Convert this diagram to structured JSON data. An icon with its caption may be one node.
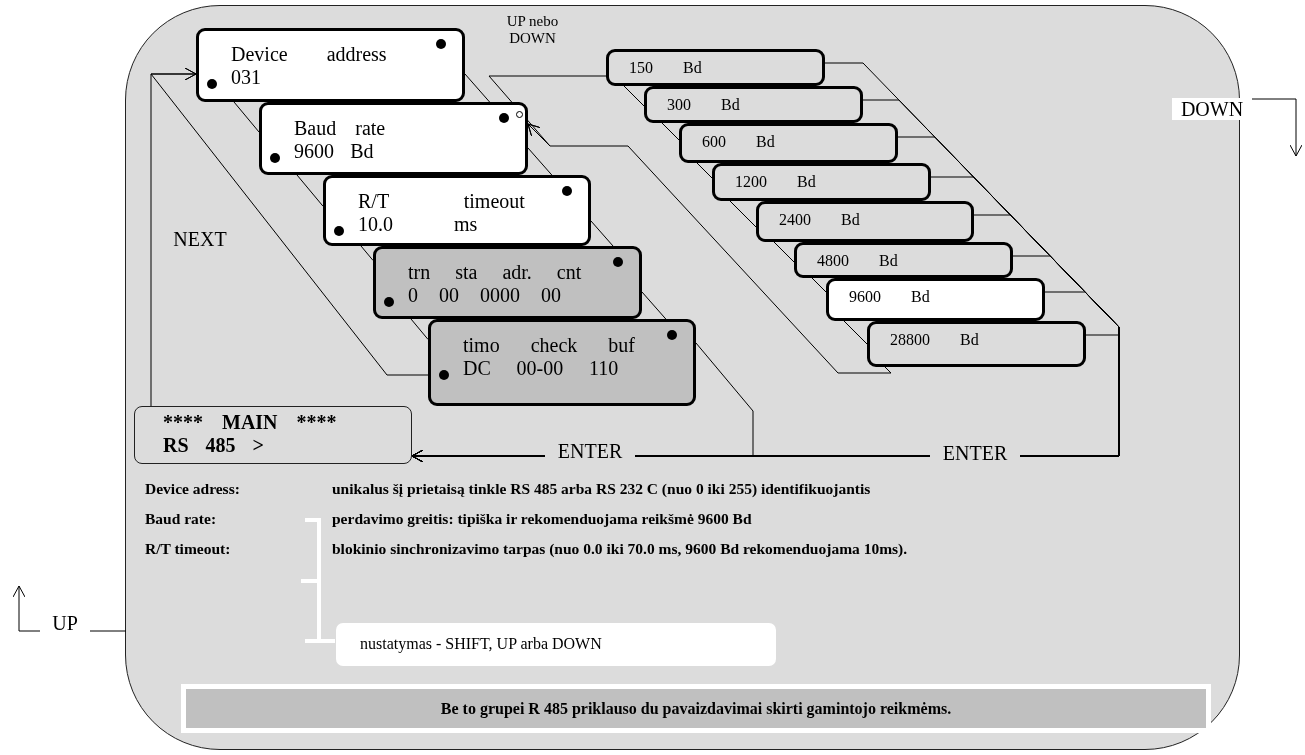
{
  "diagram": {
    "nodes": [
      {
        "text": [],
        "shape": "box"
      },
      {
        "text": [
          "Device address",
          "031"
        ],
        "in": 0
      },
      {
        "text": [
          "Baud rate",
          "9600 Bd"
        ],
        "in": 0
      },
      {
        "text": [
          "R/T timeout",
          "10.0 ms"
        ],
        "in": 0
      },
      {
        "text": [
          "trn sta adr. cnt",
          "0 00 0000 00"
        ],
        "in": 0
      },
      {
        "text": [
          "timo check buf",
          "DC 00-00 110"
        ],
        "in": 0
      },
      {
        "text": [
          "**** MAIN ****",
          "RS 485 >"
        ],
        "in": 0
      },
      {
        "text": [
          "150 Bd"
        ],
        "in": 0
      },
      {
        "text": [
          "300 Bd"
        ],
        "in": 0
      },
      {
        "text": [
          "600 Bd"
        ],
        "in": 0
      },
      {
        "text": [
          "1200 Bd"
        ],
        "in": 0
      },
      {
        "text": [
          "2400 Bd"
        ],
        "in": 0
      },
      {
        "text": [
          "4800 Bd"
        ],
        "in": 0
      },
      {
        "text": [
          "9600 Bd"
        ],
        "in": 0
      },
      {
        "text": [
          "28800 Bd"
        ],
        "in": 0
      },
      {
        "text": [
          "nustatymas - SHIFT, UP arba DOWN"
        ],
        "in": 0
      },
      {
        "text": [
          "Be to grupei R 485 priklauso du pavaizdavimai skirti  gamintojo reikmėms."
        ],
        "in": 0
      }
    ],
    "edges": [
      {
        "from": 6,
        "to": 1,
        "arrow": "to",
        "label": "NEXT"
      },
      {
        "from": 1,
        "to": 2,
        "arrow": "none"
      },
      {
        "from": 2,
        "to": 3,
        "arrow": "none"
      },
      {
        "from": 3,
        "to": 4,
        "arrow": "none"
      },
      {
        "from": 4,
        "to": 5,
        "arrow": "none"
      },
      {
        "from": 5,
        "to": 1,
        "arrow": "to"
      },
      {
        "from": 1,
        "to": 2,
        "arrow": "none"
      },
      {
        "from": 2,
        "to": 3,
        "arrow": "none"
      },
      {
        "from": 3,
        "to": 4,
        "arrow": "none"
      },
      {
        "from": 4,
        "to": 5,
        "arrow": "none"
      },
      {
        "from": 5,
        "to": 6,
        "arrow": "to",
        "label": "ENTER"
      },
      {
        "from": 7,
        "to": 8,
        "arrow": "none"
      },
      {
        "from": 8,
        "to": 9,
        "arrow": "none"
      },
      {
        "from": 9,
        "to": 10,
        "arrow": "none"
      },
      {
        "from": 10,
        "to": 11,
        "arrow": "none"
      },
      {
        "from": 11,
        "to": 12,
        "arrow": "none"
      },
      {
        "from": 12,
        "to": 13,
        "arrow": "none"
      },
      {
        "from": 13,
        "to": 14,
        "arrow": "none"
      },
      {
        "from": 7,
        "to": 2,
        "arrow": "to",
        "label": "UP nebo DOWN"
      },
      {
        "from": 14,
        "to": 2,
        "arrow": "to"
      },
      {
        "from": 7,
        "to": 6,
        "arrow": "to"
      },
      {
        "from": 8,
        "to": 6,
        "arrow": "to"
      },
      {
        "from": 9,
        "to": 6,
        "arrow": "to"
      },
      {
        "from": 10,
        "to": 6,
        "arrow": "to"
      },
      {
        "from": 11,
        "to": 6,
        "arrow": "to"
      },
      {
        "from": 12,
        "to": 6,
        "arrow": "to"
      },
      {
        "from": 13,
        "to": 6,
        "arrow": "to"
      },
      {
        "from": 14,
        "to": 6,
        "arrow": "to",
        "label": "ENTER"
      },
      {
        "from": 0,
        "to": null,
        "arrow": "to",
        "label": "UP"
      },
      {
        "from": 0,
        "to": null,
        "arrow": "to",
        "label": "DOWN"
      }
    ],
    "labels": [
      "Device adress:",
      "unikalus šį prietaisą tinkle RS 485 arba RS 232 C (nuo 0 iki 255) identifikuojantis",
      "Baud rate:",
      "perdavimo greitis: tipiška ir rekomenduojama reikšmė 9600 Bd",
      "R/T timeout:",
      "blokinio sinchronizavimo tarpas (nuo 0.0 iki 70.0 ms, 9600 Bd rekomenduojama 10ms)."
    ]
  }
}
